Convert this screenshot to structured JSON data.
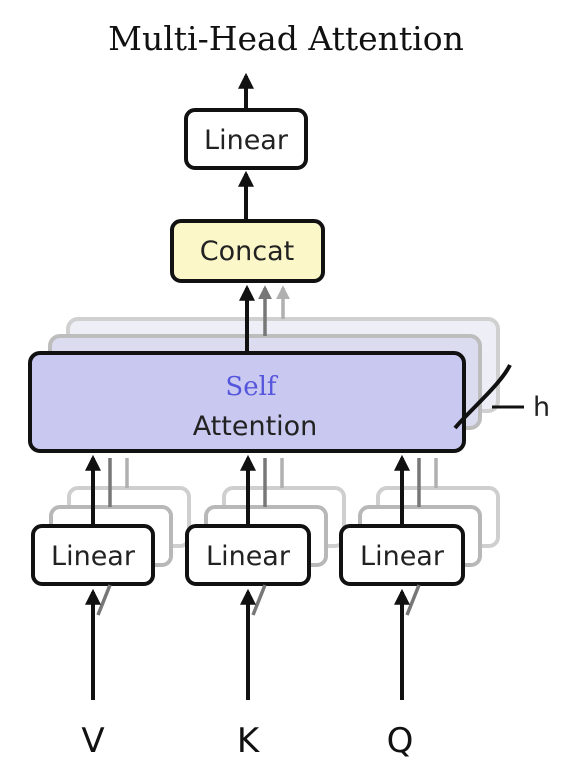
{
  "title": "Multi-Head Attention",
  "output_linear_label": "Linear",
  "concat_label": "Concat",
  "attention": {
    "line1": "Self",
    "line2": "Attention"
  },
  "heads_label": "h",
  "input_linears": [
    "Linear",
    "Linear",
    "Linear"
  ],
  "inputs": [
    "V",
    "K",
    "Q"
  ],
  "colors": {
    "concat_fill": "#fbf7c8",
    "attention_fill": "#c8c8f0",
    "self_text": "#5555dd"
  }
}
